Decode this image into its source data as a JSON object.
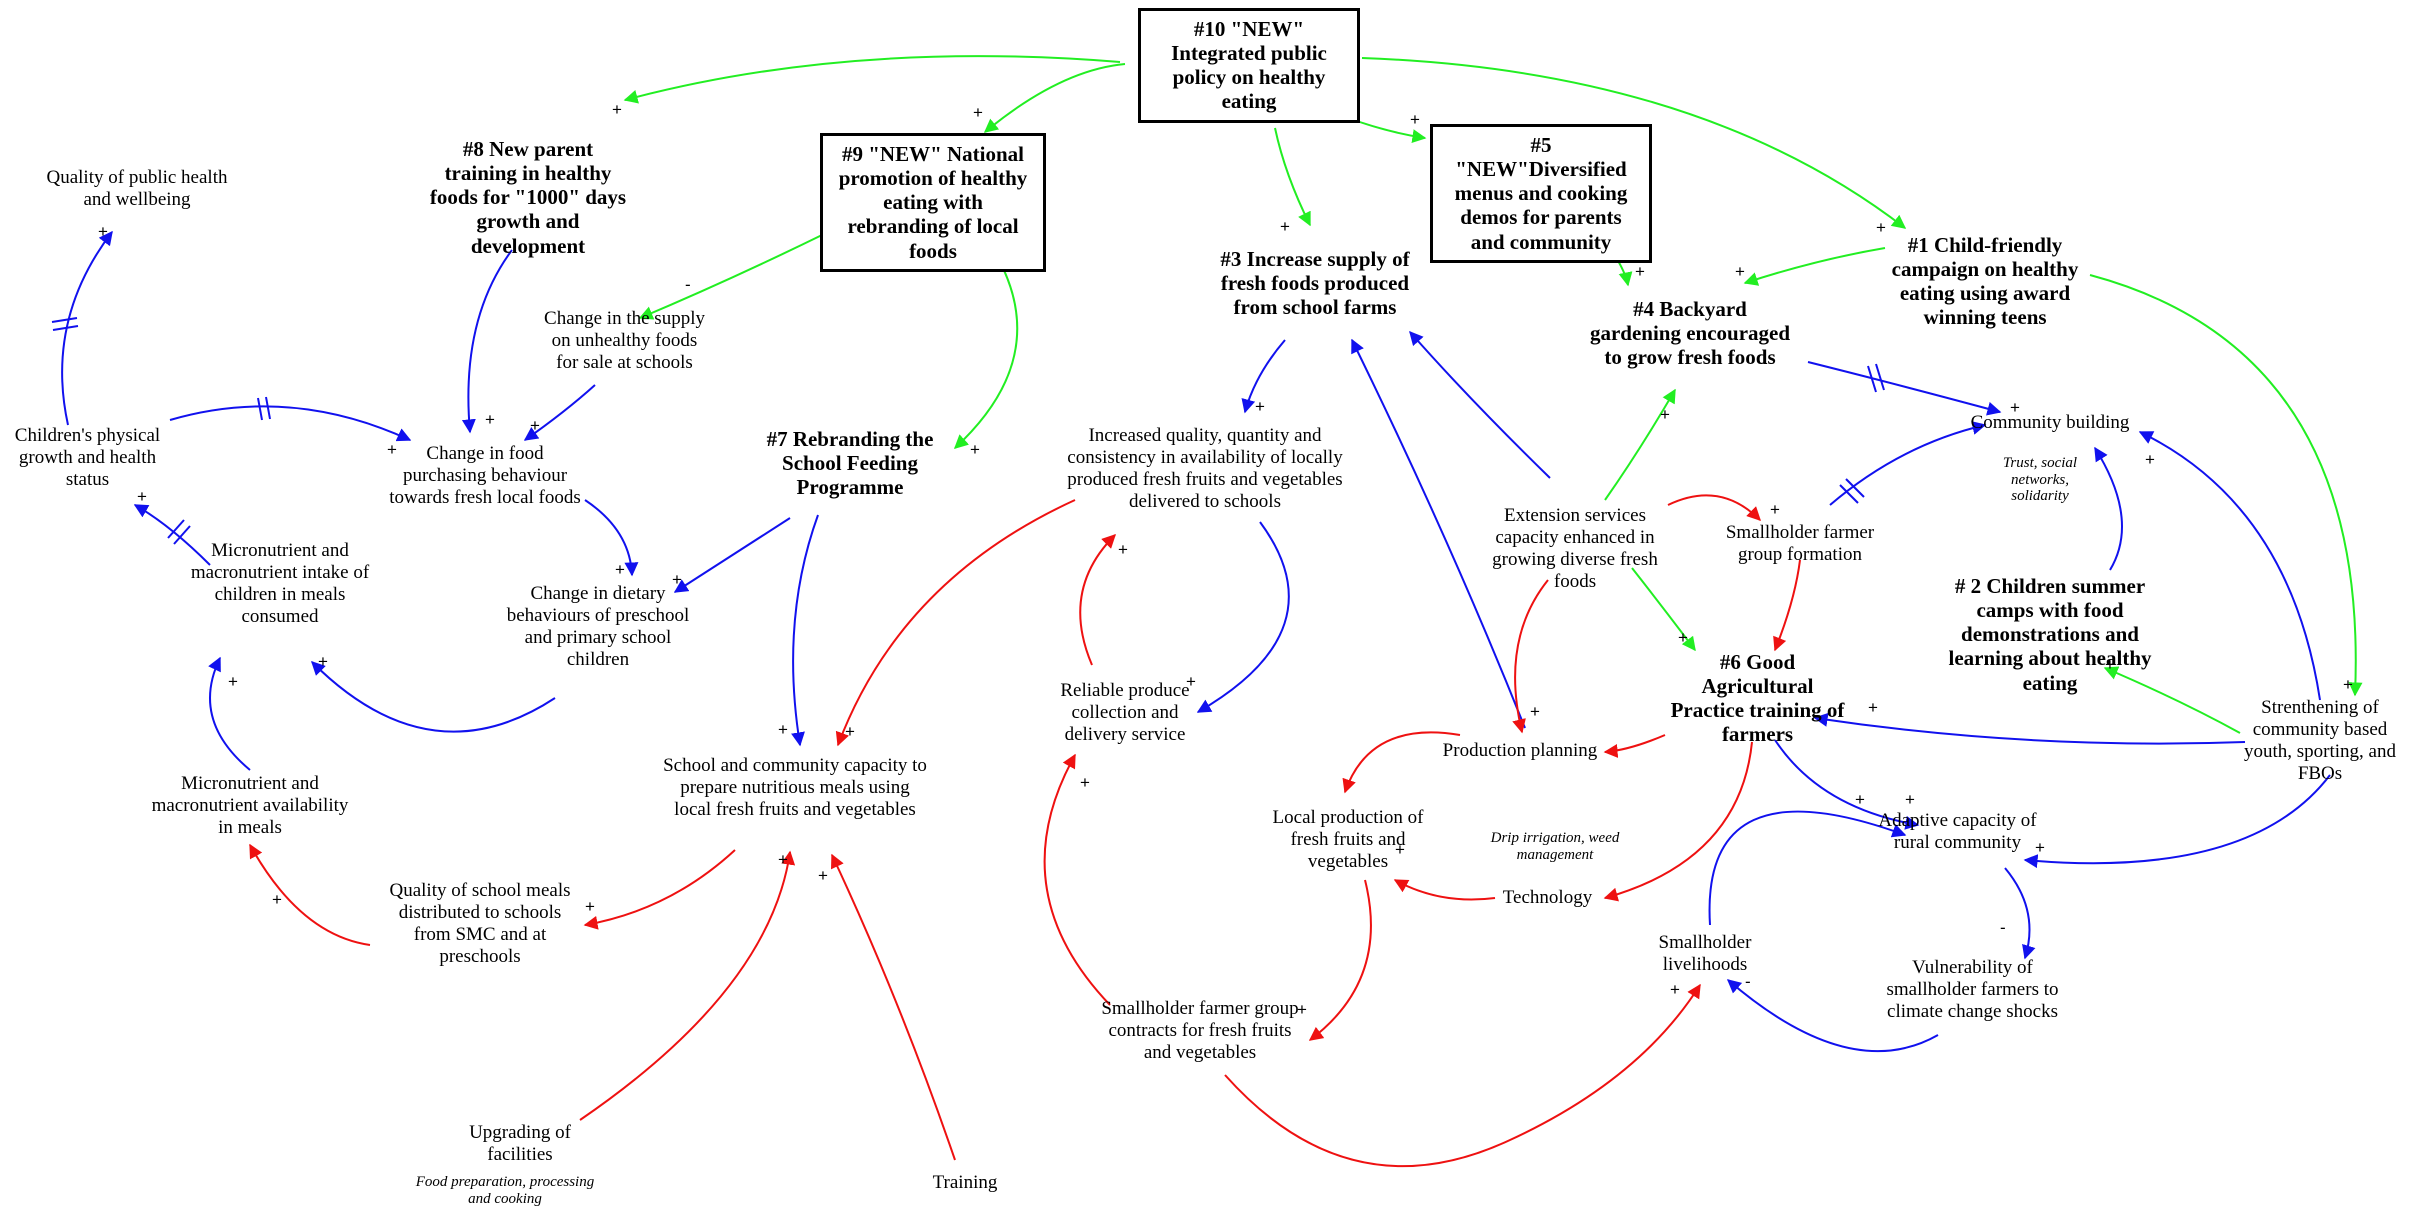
{
  "nodes": {
    "n10": "#10 \"NEW\" Integrated public policy on healthy eating",
    "n9": "#9 \"NEW\" National promotion of healthy eating with rebranding of local foods",
    "n8": "#8 New parent training in healthy foods for \"1000\" days growth and development",
    "n5": "#5 \"NEW\"Diversified menus and cooking demos for parents and community",
    "n3": "#3 Increase supply of fresh foods produced from school farms",
    "n1": "#1 Child-friendly campaign on healthy eating using award winning teens",
    "n4": "#4 Backyard gardening encouraged to grow fresh foods",
    "n7": "#7 Rebranding the School Feeding Programme",
    "n6": "#6 Good Agricultural Practice training of farmers",
    "n2": "# 2 Children summer camps with food demonstrations and learning about healthy eating",
    "quality_health": "Quality of public health and wellbeing",
    "children_growth": "Children's physical growth and health status",
    "change_supply": "Change in the supply on unhealthy foods for sale at schools",
    "change_purchasing": "Change in food purchasing behaviour towards fresh local foods",
    "micro_intake": "Micronutrient and macronutrient intake of children in meals consumed",
    "change_dietary": "Change in dietary behaviours of preschool and primary school children",
    "micro_availability": "Micronutrient and macronutrient availability in meals",
    "school_capacity": "School and community capacity to prepare nutritious meals using local fresh fruits and vegetables",
    "quality_meals": "Quality of school meals distributed to schools from SMC and at preschools",
    "upgrading": "Upgrading of facilities",
    "training": "Training",
    "increased_quality": "Increased quality, quantity and consistency in availability of locally produced fresh fruits and vegetables delivered to schools",
    "reliable": "Reliable produce collection and delivery service",
    "extension": "Extension services capacity enhanced in growing diverse fresh foods",
    "smallholder_group": "Smallholder farmer group formation",
    "community_building": "Community building",
    "production_planning": "Production planning",
    "local_production": "Local production of fresh fruits and vegetables",
    "technology": "Technology",
    "group_contracts": "Smallholder farmer group contracts for fresh fruits and vegetables",
    "livelihoods": "Smallholder livelihoods",
    "adaptive": "Adaptive capacity of rural community",
    "vulnerability": "Vulnerability of smallholder farmers to climate change shocks",
    "strengthening": "Strenthening of community based youth, sporting, and FBOs"
  },
  "notes": {
    "food_prep": "Food preparation, processing and cooking",
    "drip": "Drip irrigation, weed management",
    "trust": "Trust, social networks, solidarity"
  },
  "link_signs": [
    "+",
    "-"
  ],
  "colors": {
    "green": "#22ee22",
    "blue": "#1111ee",
    "red": "#ee1111",
    "text": "#000000"
  }
}
